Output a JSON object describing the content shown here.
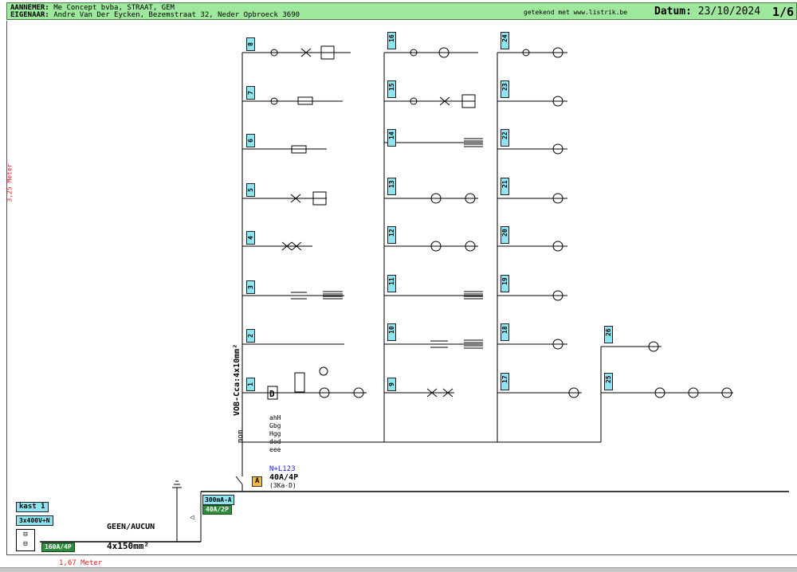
{
  "header": {
    "aannemer_key": "AANNEMER:",
    "aannemer_value": " Me Concept bvba, STRAAT, GEM",
    "eigenaar_key": "EIGENAAR:",
    "eigenaar_value": " Andre Van Der Eycken, Bezemstraat 32, Neder Opbroeck 3690",
    "getekend": "getekend met www.listrik.be",
    "datum_key": "Datum:",
    "datum_value": " 23/10/2024",
    "page": "1/6"
  },
  "measurements": {
    "side": "3,25 Meter",
    "bottom": "1,67 Meter"
  },
  "supply": {
    "kast": "kast 1",
    "net": "3x400V+N",
    "main_breaker": "160A/4P",
    "cable": "4x150mm²",
    "earthing": "GEEN/AUCUN",
    "diff": "300mA-A",
    "diff_breaker": "40A/2P"
  },
  "board": {
    "cable_label": "VOB-Cca:4x10mm²",
    "mom": "mom",
    "room_codes": [
      "ahH",
      "Gbg",
      "Hgg",
      "dod",
      "eee"
    ],
    "phase": "N+L123",
    "breaker": "40A/4P",
    "breaker_note": "(3Ka-D)",
    "breaker_badge": "A",
    "dryer_symbol": "D"
  },
  "circuits": [
    "1",
    "2",
    "3",
    "4",
    "5",
    "6",
    "7",
    "8",
    "9",
    "10",
    "11",
    "12",
    "13",
    "14",
    "15",
    "16",
    "17",
    "18",
    "19",
    "20",
    "21",
    "22",
    "23",
    "24",
    "25",
    "26"
  ],
  "colors": {
    "header": "#9ee89e",
    "cyan": "#8ee4f0",
    "green": "#2e8b3e",
    "orange": "#f5b942",
    "red_text": "#e02020",
    "phase_blue": "#1a1aff"
  }
}
